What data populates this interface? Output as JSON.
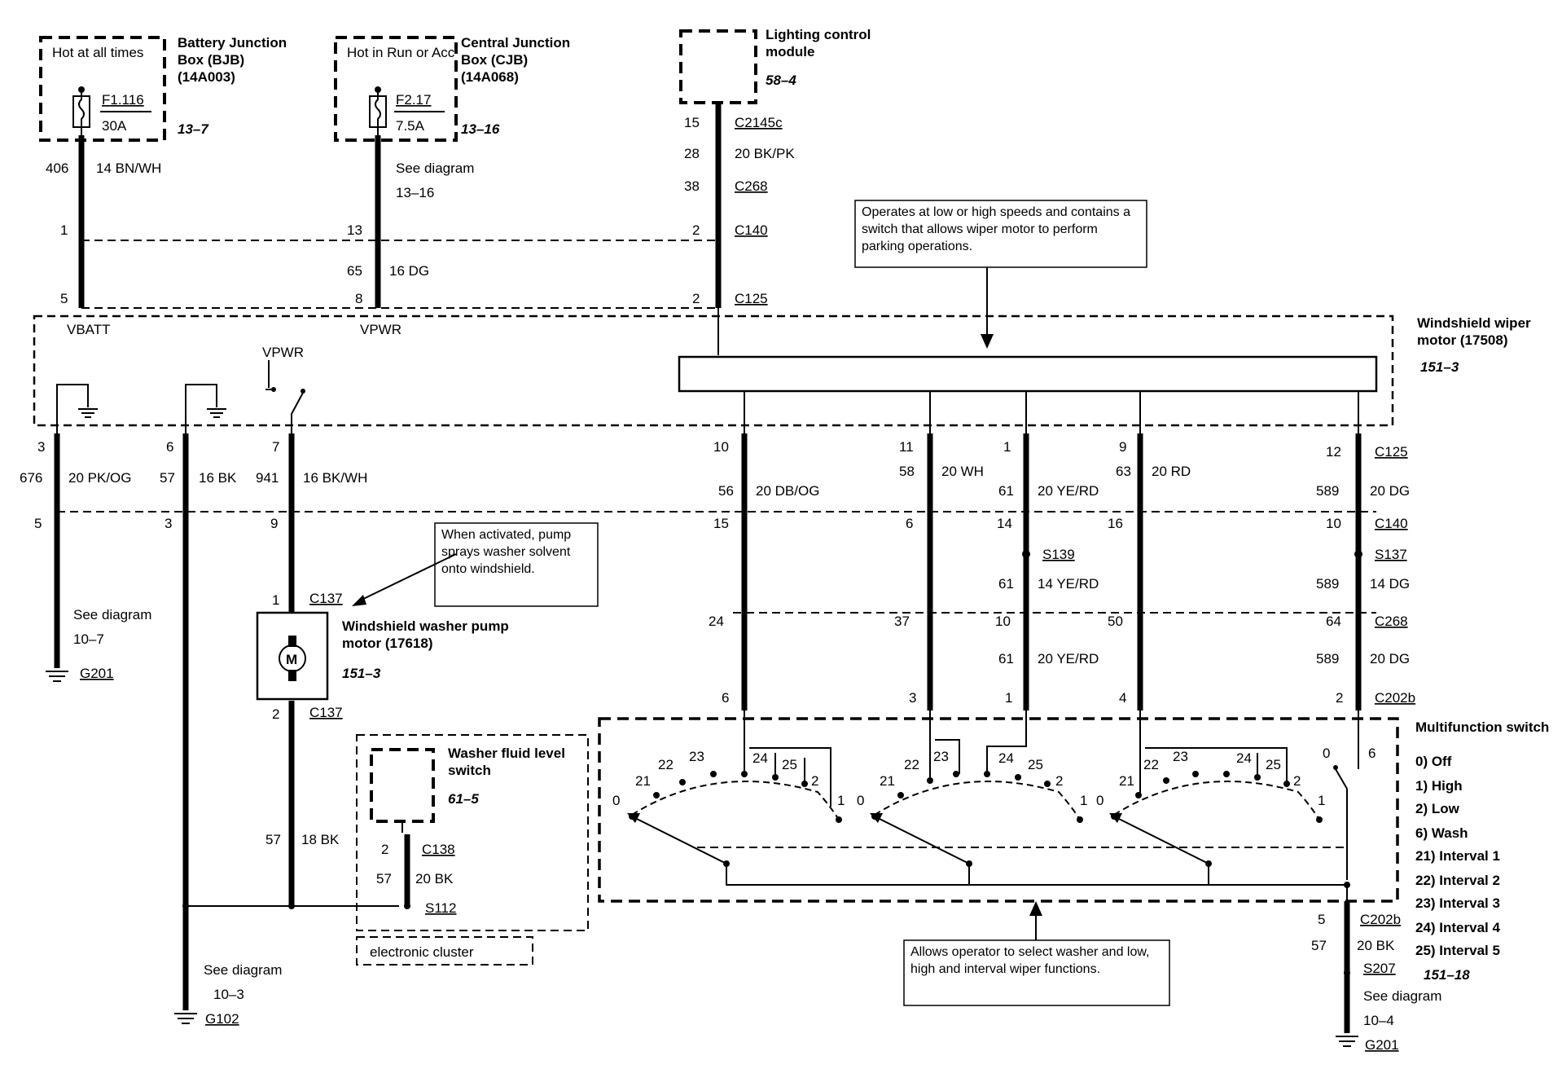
{
  "components": {
    "bjb": {
      "note": "Hot at all times",
      "title": "Battery Junction Box (BJB) (14A003)",
      "ref": "13–7",
      "fuse": "F1.116",
      "amps": "30A"
    },
    "cjb": {
      "note": "Hot in Run or Acc",
      "title": "Central Junction Box (CJB) (14A068)",
      "ref": "13–16",
      "fuse": "F2.17",
      "amps": "7.5A"
    },
    "lcm": {
      "title": "Lighting control module",
      "ref": "58–4"
    },
    "wiper_motor": {
      "title": "Windshield wiper motor (17508)",
      "ref": "151–3"
    },
    "pump": {
      "title": "Windshield washer pump motor (17618)",
      "ref": "151–3",
      "symbol": "M"
    },
    "fluid_switch": {
      "title": "Washer fluid level switch",
      "ref": "61–5"
    },
    "cluster": {
      "label": "electronic cluster"
    },
    "multifunction": {
      "title": "Multifunction switch",
      "ref": "151–18",
      "positions": [
        "0) Off",
        "1) High",
        "2) Low",
        "6) Wash",
        "21) Interval 1",
        "22) Interval 2",
        "23) Interval 3",
        "24) Interval 4",
        "25) Interval 5"
      ]
    }
  },
  "notes": {
    "wiper": "Operates at low or high speeds and contains a switch that allows wiper motor to perform parking operations.",
    "pump": "When activated, pump sprays washer solvent onto windshield.",
    "switch": "Allows operator to select washer and low, high and interval wiper functions."
  },
  "connectors": {
    "c2145c": "C2145c",
    "c268": "C268",
    "c140": "C140",
    "c125": "C125",
    "c137": "C137",
    "c138": "C138",
    "c202b": "C202b",
    "s139": "S139",
    "s137": "S137",
    "s112": "S112",
    "s207": "S207"
  },
  "grounds": {
    "g201": "G201",
    "g102": "G102"
  },
  "see_diagram": {
    "label": "See diagram",
    "d1316": "13–16",
    "d107": "10–7",
    "d103": "10–3",
    "d104": "10–4"
  },
  "signals": {
    "vbatt": "VBATT",
    "vpwr": "VPWR"
  },
  "circuits": {
    "c406": "406",
    "c406w": "14 BN/WH",
    "c65": "65",
    "c65w": "16 DG",
    "c28": "28",
    "c28w": "20 BK/PK",
    "c676": "676",
    "c676w": "20 PK/OG",
    "c57": "57",
    "c57w": "16 BK",
    "c941": "941",
    "c941w": "16 BK/WH",
    "c56": "56",
    "c56w": "20 DB/OG",
    "c58": "58",
    "c58w": "20 WH",
    "c61": "61",
    "c61w": "20 YE/RD",
    "c61w14": "14 YE/RD",
    "c63": "63",
    "c63w": "20 RD",
    "c589": "589",
    "c589w": "20 DG",
    "c589w14": "14 DG",
    "c57p": "57",
    "c57pw": "18 BK",
    "c57s": "57",
    "c57sw": "20 BK",
    "c57m": "57",
    "c57mw": "20 BK"
  },
  "pins": {
    "p15": "15",
    "p38": "38",
    "p1": "1",
    "p13": "13",
    "p2": "2",
    "p5": "5",
    "p8": "8",
    "p3": "3",
    "p6": "6",
    "p7": "7",
    "p9": "9",
    "p10": "10",
    "p11": "11",
    "p12": "12",
    "p14": "14",
    "p16": "16",
    "p24": "24",
    "p37": "37",
    "p50": "50",
    "p64": "64",
    "p4": "4"
  },
  "sw_labels": {
    "s0": "0",
    "s1": "1",
    "s2": "2",
    "s6": "6",
    "s21": "21",
    "s22": "22",
    "s23": "23",
    "s24": "24",
    "s25": "25"
  }
}
